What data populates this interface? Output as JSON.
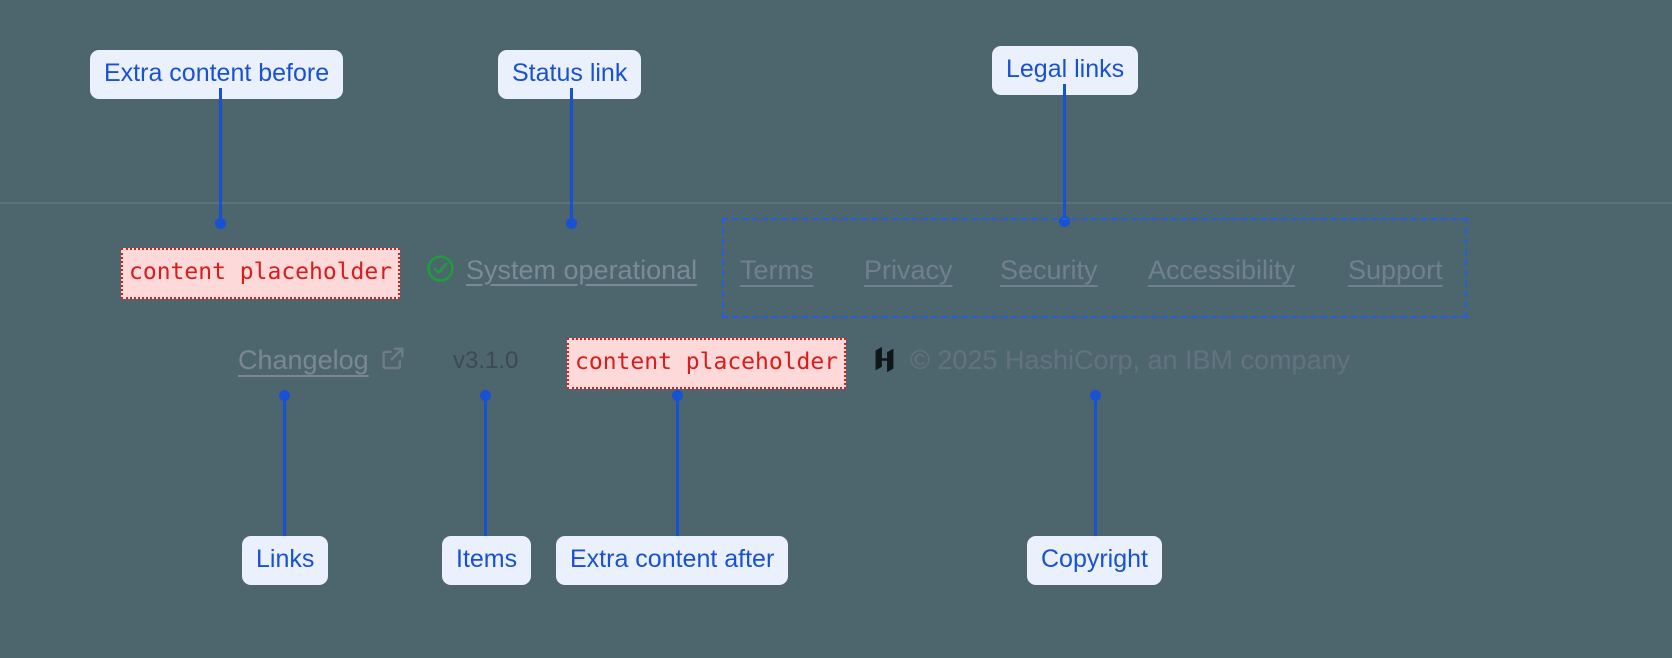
{
  "theme": {
    "background": "#4d666d",
    "callout_bg": "#eaf1fd",
    "callout_fg": "#1851d4",
    "leader": "#1851d4",
    "placeholder_bg": "#fdd9d9",
    "placeholder_fg": "#d91c1c",
    "placeholder_border": "#e01b1b",
    "link_fg": "#70808f",
    "divider": "#5c717a",
    "status_ok": "#1f9d3d",
    "logo": "#0f1518"
  },
  "annotations": {
    "extra_before": "Extra content before",
    "status_link": "Status link",
    "legal_links": "Legal links",
    "links": "Links",
    "items": "Items",
    "extra_after": "Extra content after",
    "copyright": "Copyright"
  },
  "footer": {
    "extra_before_slot": "content placeholder",
    "extra_after_slot": "content placeholder",
    "status": {
      "icon": "check-circle-icon",
      "label": "System operational"
    },
    "legal": [
      "Terms",
      "Privacy",
      "Security",
      "Accessibility",
      "Support"
    ],
    "items": {
      "changelog_label": "Changelog",
      "changelog_icon": "external-link-icon",
      "version": "v3.1.0"
    },
    "copyright": {
      "logo_icon": "hashicorp-logo-icon",
      "text": "© 2025 HashiCorp, an IBM company"
    }
  }
}
